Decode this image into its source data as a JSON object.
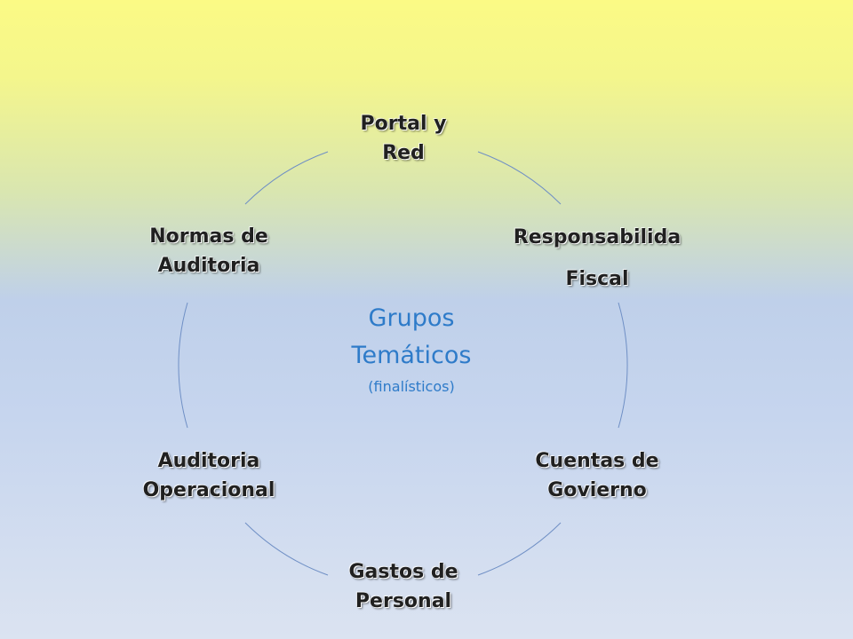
{
  "diagram": {
    "center": {
      "line1": "Grupos",
      "line2": "Temáticos",
      "line3": "(finalísticos)"
    },
    "nodes": [
      {
        "line1": "Portal y",
        "line2": "Red"
      },
      {
        "line1": "Responsabilida",
        "line2": "Fiscal"
      },
      {
        "line1": "Cuentas de",
        "line2": "Govierno"
      },
      {
        "line1": "Gastos de",
        "line2": "Personal"
      },
      {
        "line1": "Auditoria",
        "line2": "Operacional"
      },
      {
        "line1": "Normas de",
        "line2": "Auditoria"
      }
    ],
    "colors": {
      "ring": "#6f8fc5",
      "center_text": "#2e7bc9",
      "node_text": "#202020"
    }
  }
}
